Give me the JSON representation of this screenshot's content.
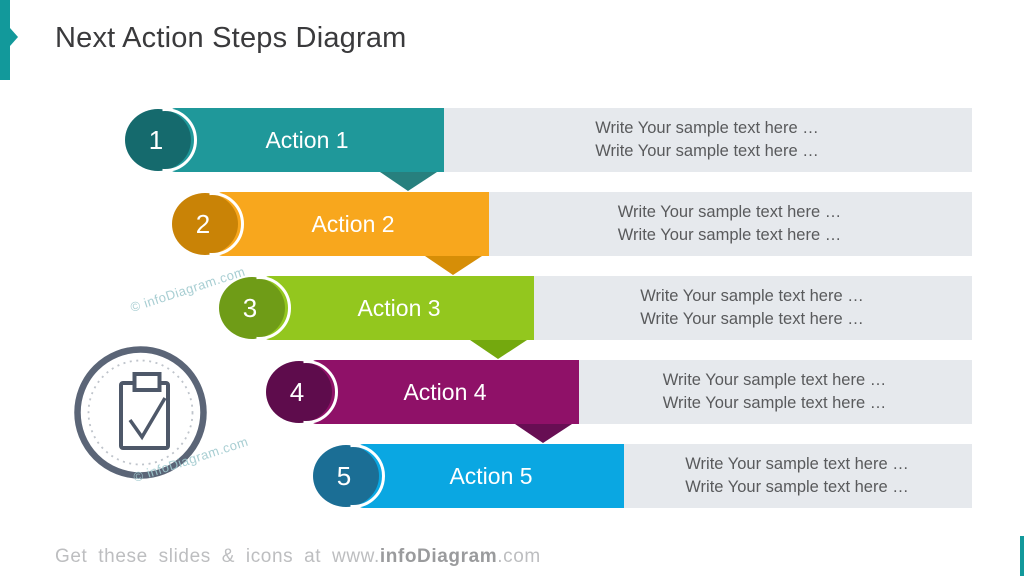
{
  "slide": {
    "title": "Next Action Steps Diagram",
    "accent_color": "#12999b"
  },
  "steps": [
    {
      "number": "1",
      "label": "Action 1",
      "banner_color": "#1f989a",
      "circle_color": "#156a6d",
      "arrow_color": "#27807e",
      "description_lines": [
        "Write Your sample text here …",
        "Write Your sample text here …"
      ]
    },
    {
      "number": "2",
      "label": "Action 2",
      "banner_color": "#f8a71d",
      "circle_color": "#c98306",
      "arrow_color": "#d68e07",
      "description_lines": [
        "Write Your sample text here …",
        "Write Your sample text here …"
      ]
    },
    {
      "number": "3",
      "label": "Action 3",
      "banner_color": "#93c71e",
      "circle_color": "#6f9c17",
      "arrow_color": "#74a90e",
      "description_lines": [
        "Write Your sample text here …",
        "Write Your sample text here …"
      ]
    },
    {
      "number": "4",
      "label": "Action 4",
      "banner_color": "#8f1168",
      "circle_color": "#5e0c4c",
      "arrow_color": "#670e53",
      "description_lines": [
        "Write Your sample text here …",
        "Write Your sample text here …"
      ]
    },
    {
      "number": "5",
      "label": "Action 5",
      "banner_color": "#0aa7e2",
      "circle_color": "#1b6e95",
      "arrow_color": null,
      "description_lines": [
        "Write Your sample text here …",
        "Write Your sample text here …"
      ]
    }
  ],
  "description_box": {
    "background": "#e6e9ed",
    "text_color": "#595a5c"
  },
  "icon": {
    "name": "clipboard-check",
    "ring_color": "#5b6577",
    "dotted_ring_color": "#bfc4cb",
    "glyph_color": "#4e5869"
  },
  "watermark": {
    "text": "© infoDiagram.com",
    "color": "#9fc9ce"
  },
  "footer": {
    "prefix": "Get these slides & icons at www.",
    "brand": "infoDiagram",
    "suffix": ".com"
  }
}
